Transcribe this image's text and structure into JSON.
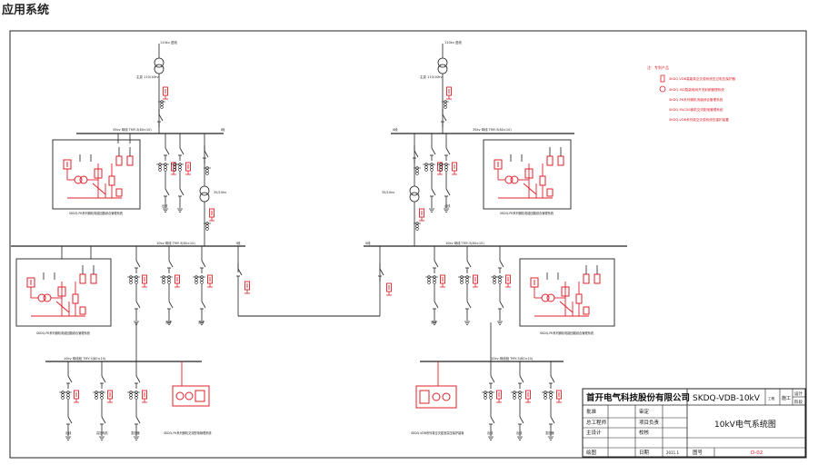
{
  "page": {
    "title": "应用系统"
  },
  "diagram": {
    "left_system": {
      "source_label": "110kv 进线",
      "transformer_main": "主变 110/10kv",
      "bus_35kv": "35kv 母线 TMY-3(80×10)",
      "bus_35kv_end": "I段",
      "station_transformer": "35/10kv",
      "panel_top": "SKDQ-PK系列微机电能回路综合管理系统",
      "bus_10kv": "10kv 母线 TMY-3(80×10)",
      "bus_10kv_end": "I段",
      "panel_mid": "SKDQ-PK系列微机电能回路综合管理系统",
      "bus_low": "10kv 母线段 TMY-3(80×10)",
      "feeder_labels": [
        "出线",
        "出线",
        "出线"
      ],
      "bottom_labels": [
        "出线",
        "高压电机",
        "变压器"
      ],
      "bottom_device": "SKDQ-PK系列微机交流配电管理系统"
    },
    "right_system": {
      "source_label": "110kv 进线",
      "transformer_main": "主变 110/10kv",
      "bus_35kv": "35kv 母线 TMY-3(80×10)",
      "bus_35kv_end": "II段",
      "station_transformer": "35/10kv",
      "panel_top": "SKDQ-PK系列微机电能回路综合管理系统",
      "bus_10kv": "10kv 母线 TMY-3(80×10)",
      "bus_10kv_end": "II段",
      "panel_mid": "SKDQ-PK系列微机电能回路综合管理系统",
      "bus_low": "10kv 母线段 TMY-3(80×10)",
      "feeder_labels": [
        "出线",
        "出线"
      ],
      "bottom_labels": [
        "出线",
        "出线",
        "变压器"
      ],
      "bottom_device": "SKDQ-VDB系列真空灭弧室高压保护装置"
    },
    "legend": {
      "title": "注：专利产品",
      "items": [
        "SKDQ-VDB高能真空灭弧系统压过电压保护器",
        "SKDQ-ISD智能电网开关射频管理系统",
        "SKDQ-PK系列微机消谐综合管理系统",
        "SKDQ-PACDS微机交流配电管理系统",
        "SKDQ-VDB系列真空灭弧系统压保护装置"
      ]
    }
  },
  "title_block": {
    "company": "首开电气科技股份有限公司",
    "drawing_code": "SKDQ-VDB-10kV",
    "stage_label": "工程",
    "corner_top": "设计",
    "corner_bot": "阶段",
    "corner_left": "施工",
    "rows": [
      {
        "a": "批准",
        "b": "",
        "c": "审定",
        "d": ""
      },
      {
        "a": "总工程师",
        "b": "",
        "c": "项目负责",
        "d": ""
      },
      {
        "a": "主设计",
        "b": "",
        "c": "校核",
        "d": ""
      },
      {
        "a": "绘图",
        "b": "",
        "c": "日期",
        "d": "2011.1"
      }
    ],
    "drawing_title": "10kV电气系统图",
    "sheet_label": "图号",
    "sheet_no": "D-02"
  }
}
